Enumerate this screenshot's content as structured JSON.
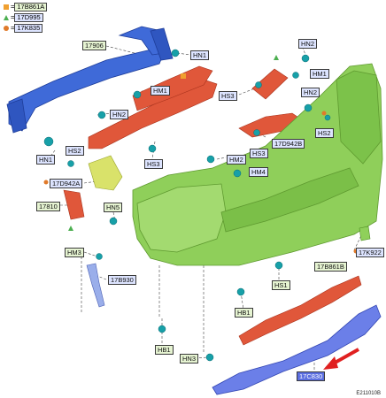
{
  "legend": [
    {
      "code": "17B861A",
      "marker": "square",
      "color": "#f0a030",
      "fill": "#e6f4d2"
    },
    {
      "code": "17D995",
      "marker": "triangle",
      "color": "#4caf50",
      "fill": "#dde4ff"
    },
    {
      "code": "17K835",
      "marker": "circle",
      "color": "#e07a2a",
      "fill": "#dde4ff"
    }
  ],
  "labels": {
    "c17906": "17906",
    "hn1_top": "HN1",
    "hn2_topr": "HN2",
    "hm1_r": "HM1",
    "hm1_c": "HM1",
    "hs3_a": "HS3",
    "hn2_l": "HN2",
    "hn2_r2": "HN2",
    "hs2_r": "HS2",
    "c17d942b": "17D942B",
    "hn1_l": "HN1",
    "hs3_b": "HS3",
    "hs2_l": "HS2",
    "hm2": "HM2",
    "hs3_c": "HS3",
    "hm4": "HM4",
    "c17d942a": "17D942A",
    "c17810": "17810",
    "hn5": "HN5",
    "hm3": "HM3",
    "c17k922": "17K922",
    "c17b930": "17B930",
    "c17b861b": "17B861B",
    "hs1": "HS1",
    "hb1_a": "HB1",
    "hb1_b": "HB1",
    "hn3": "HN3",
    "c17c830": "17C830"
  },
  "colors": {
    "green_tag": "#e6f4d2",
    "blue_tag": "#dde4ff",
    "bumper": "#8fcf5a",
    "beam": "#3f6ad8",
    "bracket": "#e0573a",
    "arrow": "#e02020"
  },
  "ref_code": "E211010B"
}
